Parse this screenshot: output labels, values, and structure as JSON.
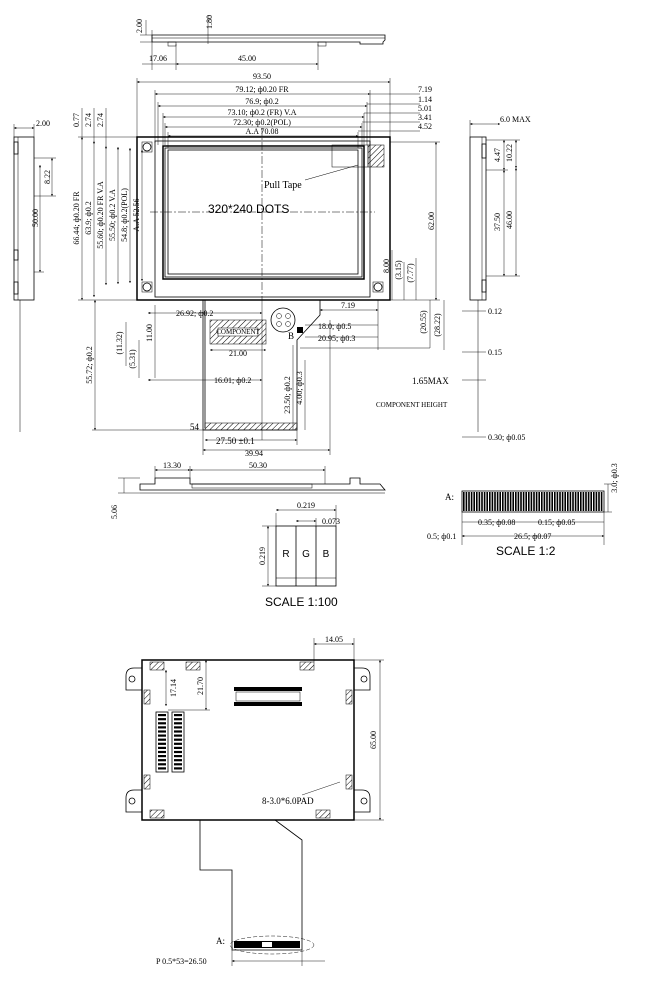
{
  "top_view": {
    "h1": "2.00",
    "h2": "1.80",
    "w1": "17.06",
    "w2": "45.00"
  },
  "front_view": {
    "overall_width": "93.50",
    "fr_width": "79.12; ф0.20 FR",
    "va_outer": "76.9; ф0.2",
    "va_width": "73.10; ф0.2 (FR) V.A",
    "pol_width": "72.30; ф0.2(POL)",
    "aa_width": "A.A 70.08",
    "r1": "7.19",
    "r2": "1.14",
    "r3": "5.01",
    "r4": "3.41",
    "r5": "4.52",
    "left1": "0.77",
    "left2": "2.74",
    "left3": "2.74",
    "v_fr": "66.44; ф0.20 FR",
    "v_b": "63.9; ф0.2",
    "v_va": "55.60; ф0.20 FR V.A",
    "v_va2": "55.50; ф0.2 V.A",
    "v_pol": "54.8; ф0.2(POL)",
    "v_aa": "A.A 52.56",
    "v_total": "62.00",
    "v_800": "8.00",
    "v_315": "(3.15)",
    "v_777": "(7.77)",
    "pull_tape": "Pull Tape",
    "resolution": "320*240  DOTS",
    "fpc_offset": "26.92; ф0.2",
    "fpc_right": "7.19",
    "d18": "18.0; ф0.5",
    "d2095": "20.95; ф0.3",
    "d2055": "(20.55)",
    "d2822": "(28.22)",
    "d132": "(11.32)",
    "d531": "(5.31)",
    "d1100": "11.00",
    "component_label": "COMPONENT",
    "d2100": "21.00",
    "b_label": "B",
    "d5572": "55.72; ф0.2",
    "d1601": "16.01; ф0.2",
    "d2350": "23.50; ф0.2",
    "d400": "4.00; ф0.3",
    "pin54": "54",
    "d2750": "27.50 ±0.1",
    "d3994": "39.94"
  },
  "left_side": {
    "w": "2.00",
    "h1": "8.22",
    "h2": "50.00"
  },
  "right_side": {
    "max": "6.0 MAX",
    "d447": "4.47",
    "d1022": "10.22",
    "d3750": "37.50",
    "d4600": "46.00",
    "d012": "0.12",
    "d015": "0.15",
    "max165": "1.65MAX",
    "comp_h": "COMPONENT HEIGHT",
    "d030": "0.30; ф0.05"
  },
  "bottom_side": {
    "d1330": "13.30",
    "d5030": "50.30",
    "d506": "5.06"
  },
  "rgb": {
    "d0219": "0.219",
    "d0073": "0.073",
    "d0219v": "0.219",
    "r": "R",
    "g": "G",
    "b": "B",
    "scale": "SCALE  1:100"
  },
  "detail_a": {
    "label": "A:",
    "d30": "3.0; ф0.3",
    "d035": "0.35; ф0.08",
    "d015": "0.15; ф0.05",
    "d05": "0.5; ф0.1",
    "d265": "26.5; ф0.07",
    "scale": "SCALE  1:2"
  },
  "back_view": {
    "d1405": "14.05",
    "d2170": "21.70",
    "d1714": "17.14",
    "d6500": "65.00",
    "pad": "8-3.0*6.0PAD",
    "a_label": "A:",
    "pitch": "P 0.5*53=26.50"
  }
}
